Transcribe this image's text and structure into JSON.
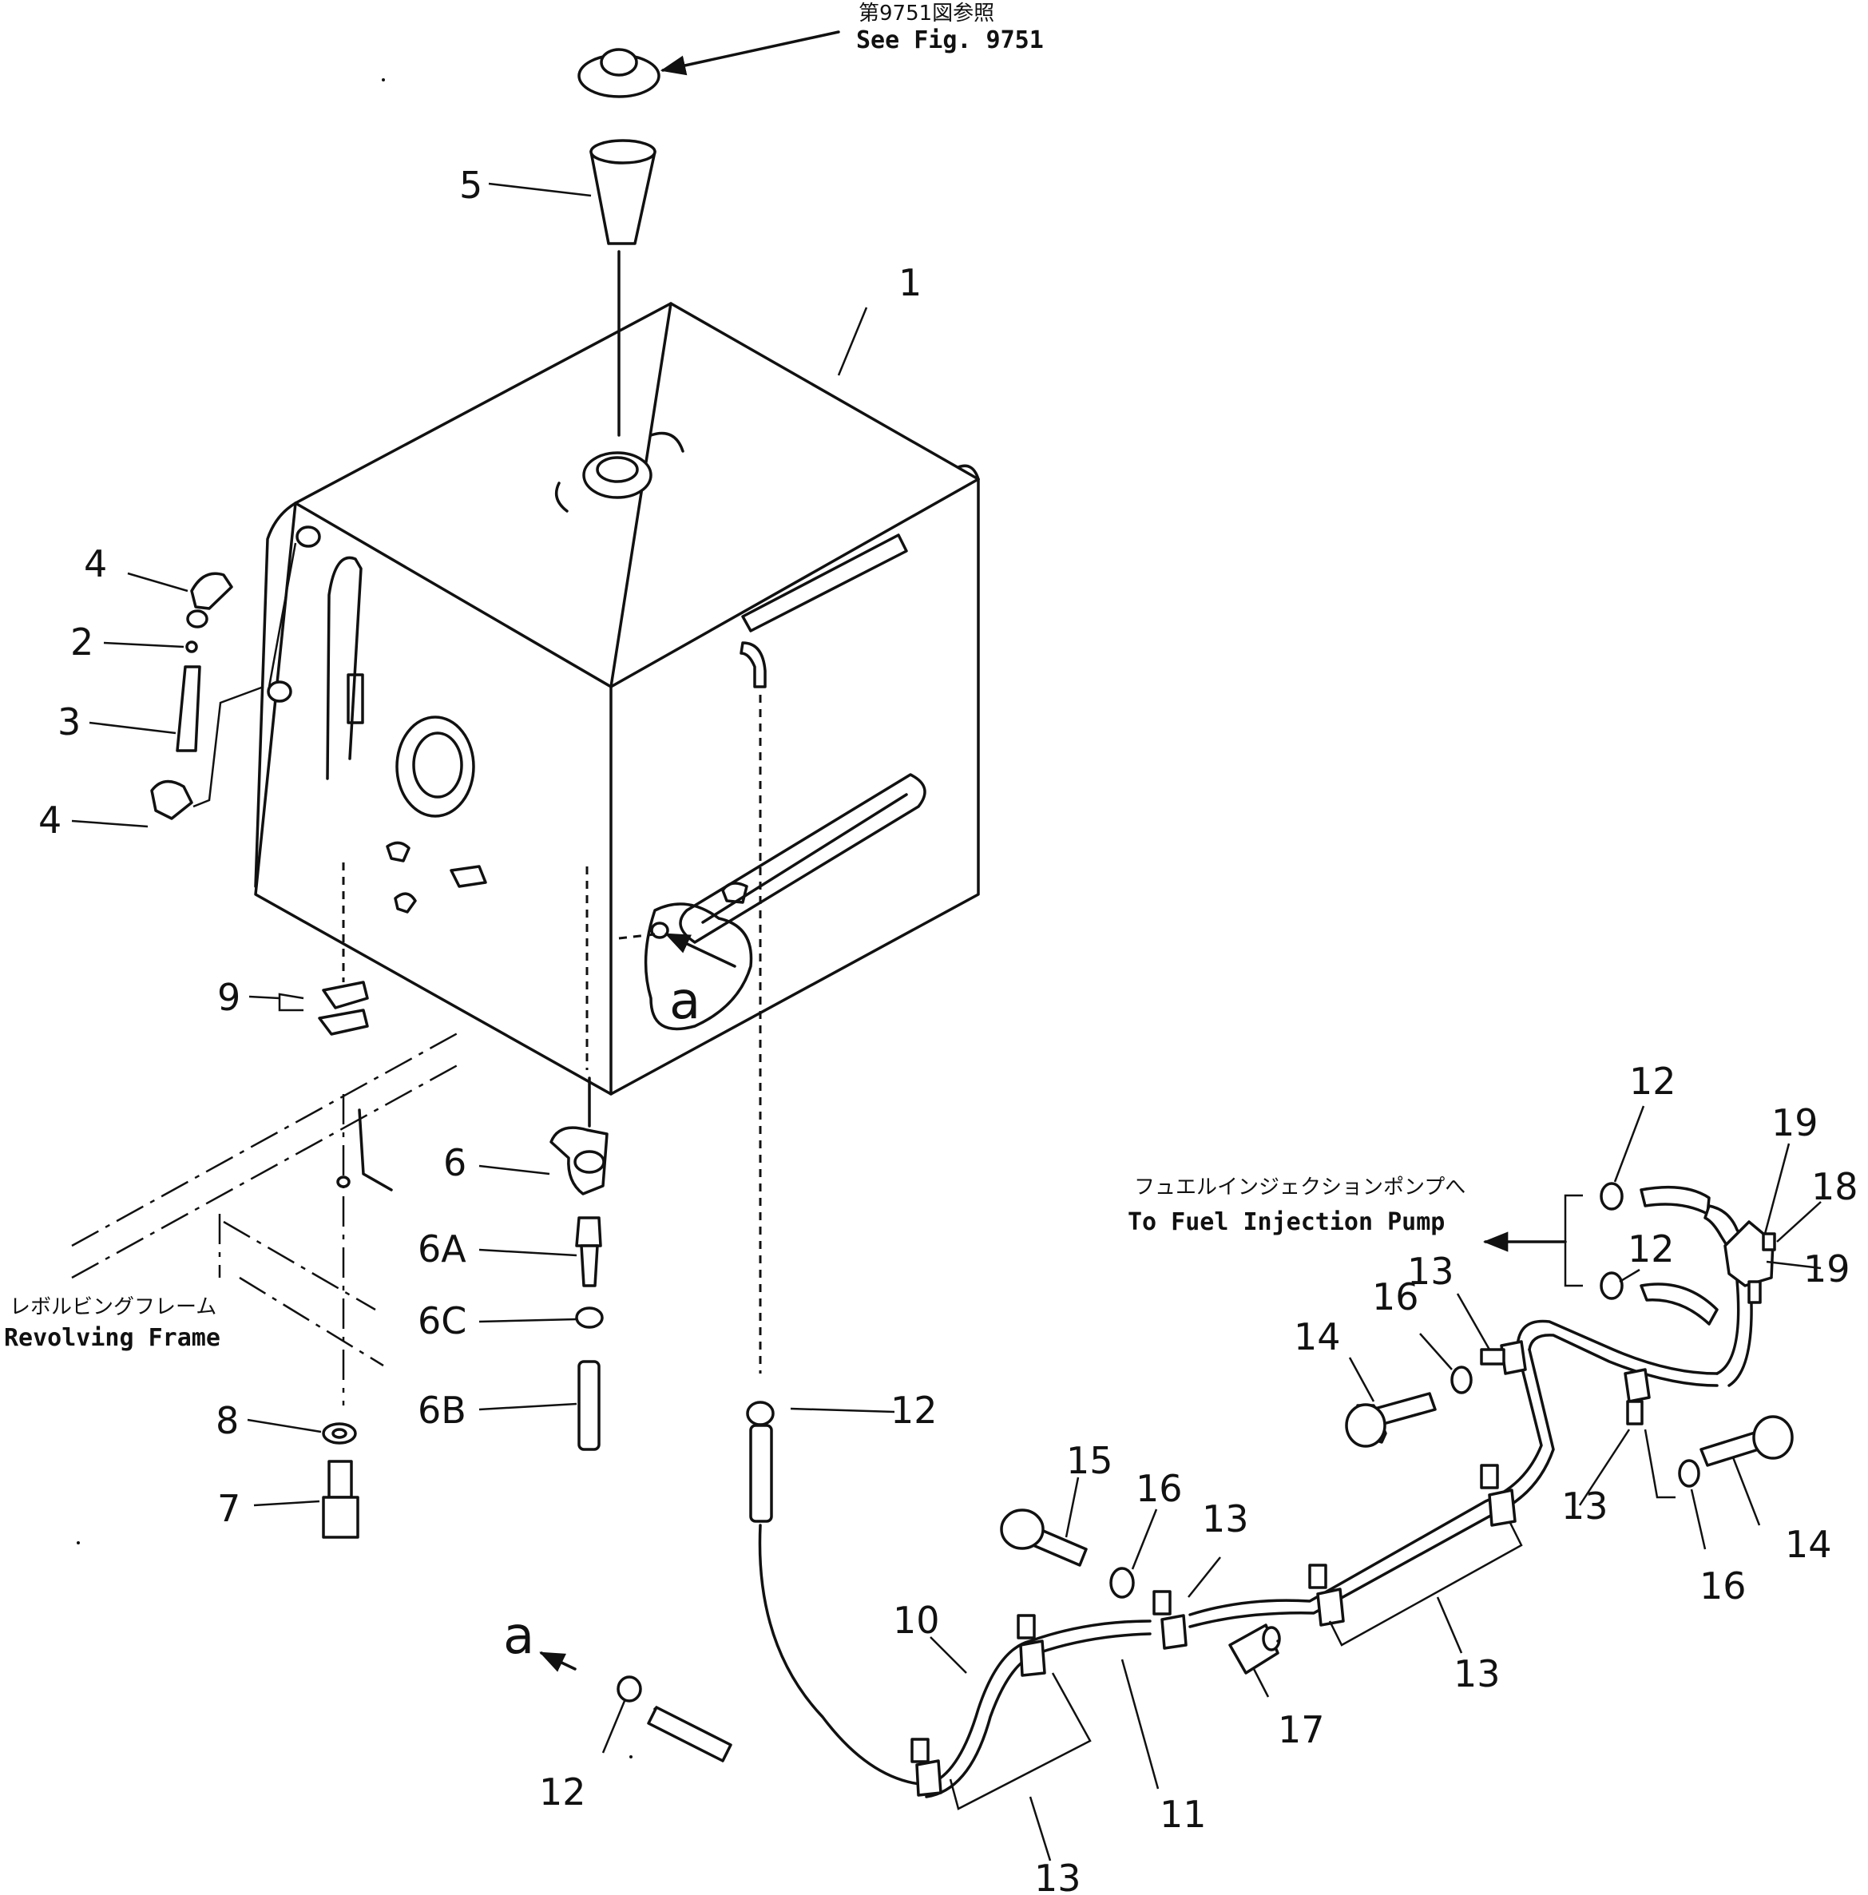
{
  "callouts": {
    "fig_ref_jp": "第9751図参照",
    "fig_ref_en": "See Fig. 9751",
    "pump_jp": "フュエルインジェクションポンプへ",
    "pump_en": "To Fuel Injection Pump",
    "frame_jp": "レボルビングフレーム",
    "frame_en": "Revolving Frame",
    "detail_letter": "a"
  },
  "part_numbers": {
    "p1": "1",
    "p2": "2",
    "p3": "3",
    "p4": "4",
    "p5": "5",
    "p6": "6",
    "p6a": "6A",
    "p6b": "6B",
    "p6c": "6C",
    "p7": "7",
    "p8": "8",
    "p9": "9",
    "p10": "10",
    "p11": "11",
    "p12": "12",
    "p13": "13",
    "p14": "14",
    "p15": "15",
    "p16": "16",
    "p17": "17",
    "p18": "18",
    "p19": "19"
  }
}
